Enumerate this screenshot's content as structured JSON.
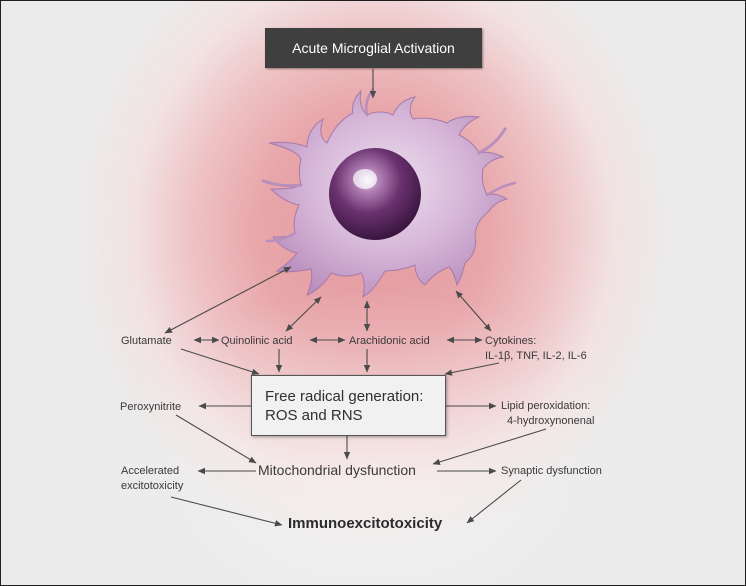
{
  "title": "Acute Microglial Activation",
  "nodes": {
    "glutamate": "Glutamate",
    "quinolinic_acid": "Quinolinic acid",
    "arachidonic_acid": "Arachidonic acid",
    "cytokines_line1": "Cytokines:",
    "cytokines_line2": "IL-1β, TNF, IL-2, IL-6",
    "free_radical_line1": "Free radical generation:",
    "free_radical_line2": "ROS and RNS",
    "peroxynitrite": "Peroxynitrite",
    "lipid_line1": "Lipid peroxidation:",
    "lipid_line2": "4-hydroxynonenal",
    "mitochondrial": "Mitochondrial dysfunction",
    "accelerated_line1": "Accelerated",
    "accelerated_line2": "excitotoxicity",
    "synaptic": "Synaptic dysfunction",
    "outcome": "Immunoexcitotoxicity"
  },
  "colors": {
    "background_glow": "#e49a9f",
    "title_box": "#3f3f3f",
    "cell_body": "#cfa8d0",
    "nucleus": "#5a2a5e",
    "arrow": "#4a4a4a"
  }
}
